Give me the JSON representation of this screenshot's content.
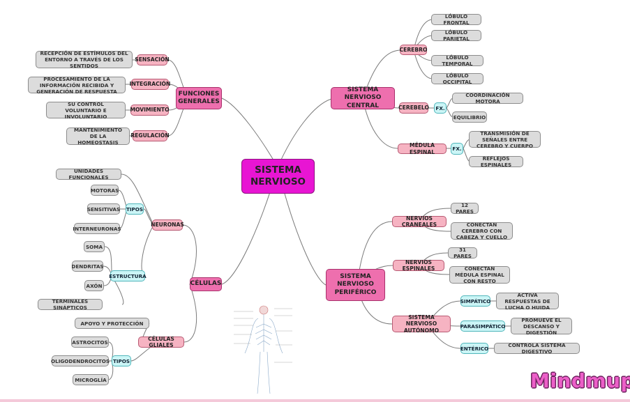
{
  "root": "SISTEMA NERVIOSO",
  "central": {
    "title": "SISTEMA NERVIOSO CENTRAL",
    "cerebro": "CEREBRO",
    "lobulos": [
      "LÓBULO FRONTAL",
      "LÓBULO PARIETAL",
      "LÓBULO TEMPORAL",
      "LÓBULO OCCIPITAL"
    ],
    "cerebelo": "CEREBELO",
    "fx1": "FX.",
    "cerebelo_fx": [
      "COORDINACIÓN MOTORA",
      "EQUILIBRIO"
    ],
    "medula": "MÉDULA ESPINAL",
    "fx2": "FX.",
    "medula_fx": [
      "TRANSMISIÓN DE SEÑALES ENTRE CEREBRO Y CUERPO",
      "REFLEJOS ESPINALES"
    ]
  },
  "periferico": {
    "title": "SISTEMA NERVIOSO PERIFÉRICO",
    "craneales": "NERVIOS CRANEALES",
    "craneales_items": [
      "12 PARES",
      "CONECTAN CEREBRO CON CABEZA Y CUELLO"
    ],
    "espinales": "NERVIOS ESPINALES",
    "espinales_items": [
      "31 PARES",
      "CONECTAN MÉDULA ESPINAL CON RESTO"
    ],
    "autonomo": "SISTEMA NERVIOSO AUTÓNOMO",
    "simpatico": "SIMPÁTICO",
    "simpatico_desc": "ACTIVA RESPUESTAS DE LUCHA O HUIDA",
    "parasimpatico": "PARASIMPÁTICO",
    "parasimpatico_desc": "PROMUEVE EL DESCANSO Y DIGESTIÓN",
    "enterico": "ENTÉRICO",
    "enterico_desc": "CONTROLA SISTEMA DIGESTIVO"
  },
  "funciones": {
    "title": "FUNCIONES GENERALES",
    "items": [
      {
        "label": "SENSACIÓN",
        "desc": "RECEPCIÓN DE ESTÍMULOS DEL ENTORNO A TRAVÉS DE LOS SENTIDOS"
      },
      {
        "label": "INTEGRACIÓN",
        "desc": "PROCESAMIENTO DE LA INFORMACIÓN RECIBIDA Y GENERACIÓN DE RESPUESTA"
      },
      {
        "label": "MOVIMIENTO",
        "desc": "SU CONTROL VOLUNTARIO E INVOLUNTARIO"
      },
      {
        "label": "REGULACIÓN",
        "desc": "MANTENIMIENTO DE LA HOMEOSTASIS"
      }
    ]
  },
  "celulas": {
    "title": "CÉLULAS",
    "neuronas": "NEURONAS",
    "unidades": "UNIDADES FUNCIONALES",
    "tipos1": "TIPOS",
    "tipos1_items": [
      "MOTORAS",
      "SENSITIVAS",
      "INTERNEURONAS"
    ],
    "estructura": "ESTRUCTURA",
    "estructura_items": [
      "SOMA",
      "DENDRITAS",
      "AXÓN",
      "TERMINALES SINÁPTICOS"
    ],
    "gliales": "CÉLULAS GLIALES",
    "apoyo": "APOYO Y PROTECCIÓN",
    "tipos2": "TIPOS",
    "tipos2_items": [
      "ASTROCITOS",
      "OLIGODENDROCITOS",
      "MICROGLÍA"
    ]
  },
  "logo": "Mindmup"
}
